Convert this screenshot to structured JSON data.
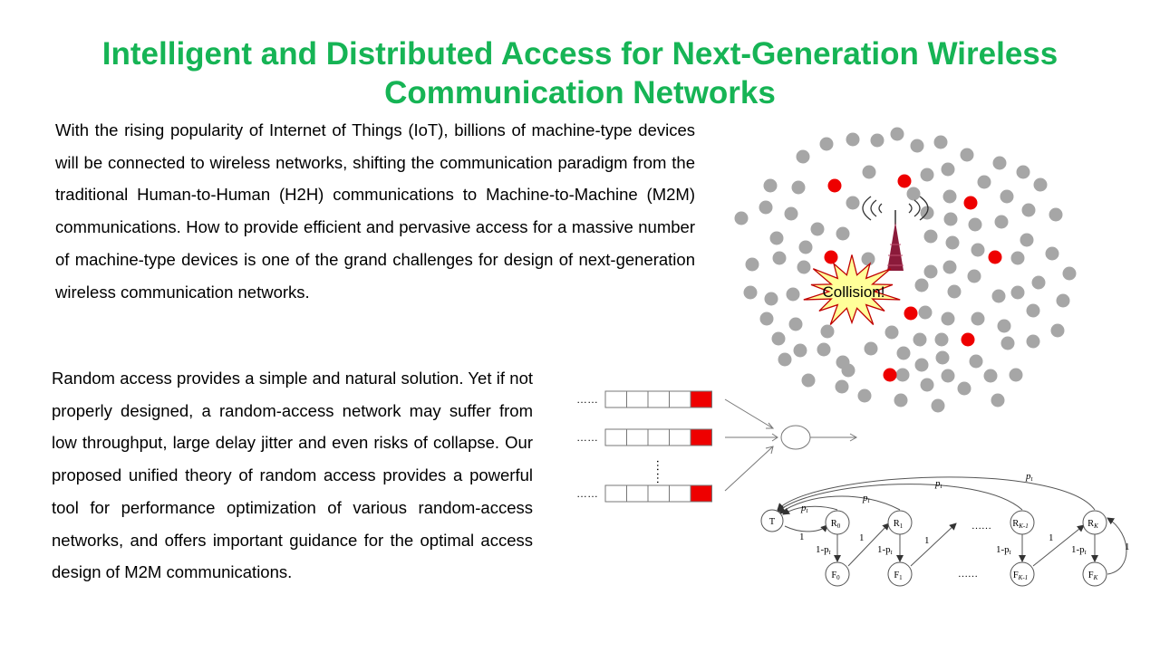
{
  "slide": {
    "title": "Intelligent and Distributed Access for Next-Generation Wireless Communication Networks",
    "paragraph1": "With the rising popularity of Internet of Things (IoT), billions of machine-type devices will be connected to wireless networks, shifting the communication paradigm from the traditional Human-to-Human (H2H) communications to Machine-to-Machine (M2M) communications. How to provide efficient and pervasive access for a massive number of machine-type devices is one of the grand challenges for design of next-generation wireless communication networks.",
    "paragraph2": "Random access provides a simple and natural solution. Yet if not properly designed, a random-access network may suffer from low throughput, large delay jitter and even risks of collapse. Our proposed unified theory of random access provides a powerful tool for performance optimization of various random-access networks, and offers important guidance for the optimal access design of M2M communications."
  },
  "network_figure": {
    "collision_label": "Collision!",
    "colors": {
      "device": "#a6a6a6",
      "active_device": "#ee0000",
      "base_station": "#8b1a3a",
      "burst_fill": "#ffff99",
      "burst_stroke": "#c00000"
    }
  },
  "queue_figure": {
    "ellipsis": "……",
    "colors": {
      "head_cell": "#ee0000"
    }
  },
  "markov_chain": {
    "states": {
      "T": "T",
      "R0": "R",
      "R0_sub": "0",
      "R1": "R",
      "R1_sub": "1",
      "RK1": "R",
      "RK1_sub": "K-1",
      "RK": "R",
      "RK_sub": "K",
      "F0": "F",
      "F0_sub": "0",
      "F1": "F",
      "F1_sub": "1",
      "FK1": "F",
      "FK1_sub": "K-1",
      "FK": "F",
      "FK_sub": "K"
    },
    "labels": {
      "p": "p",
      "p_sub": "t",
      "one": "1",
      "one_minus": "1-p",
      "one_minus_sub": "t",
      "dots": "……"
    }
  }
}
